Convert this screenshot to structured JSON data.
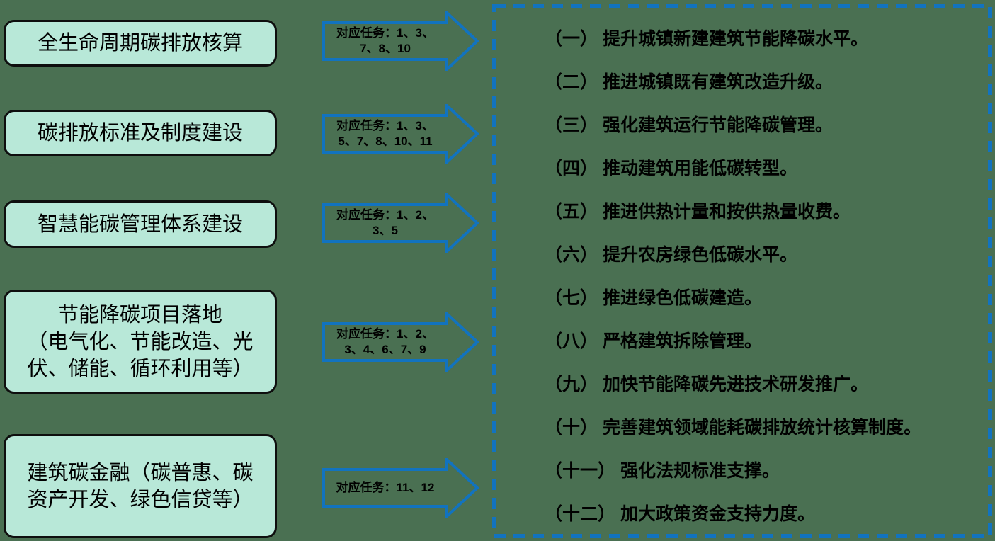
{
  "colors": {
    "background": "#4a7052",
    "accent_blue": "#1273bf",
    "box_fill": "#b8e8d8",
    "box_border": "#0e0e0e",
    "text": "#000000"
  },
  "left_boxes": [
    {
      "label": "全生命周期碳排放核算"
    },
    {
      "label": "碳排放标准及制度建设"
    },
    {
      "label": "智慧能碳管理体系建设"
    },
    {
      "label": [
        "节能降碳项目落地",
        "（电气化、节能改造、光",
        "伏、储能、循环利用等）"
      ]
    },
    {
      "label": [
        "建筑碳金融（碳普惠、碳",
        "资产开发、绿色信贷等）"
      ]
    }
  ],
  "arrows": [
    {
      "label": [
        "对应任务：1、3、",
        "7、8、10"
      ]
    },
    {
      "label": [
        "对应任务：1、3、",
        "5、7、8、10、11"
      ]
    },
    {
      "label": [
        "对应任务：1、2、",
        "3、5"
      ]
    },
    {
      "label": [
        "对应任务：1、2、",
        "3、4、6、7、9"
      ]
    },
    {
      "label": [
        "对应任务：11、12"
      ]
    }
  ],
  "task_panel": {
    "items": [
      "（一） 提升城镇新建建筑节能降碳水平。",
      "（二） 推进城镇既有建筑改造升级。",
      "（三） 强化建筑运行节能降碳管理。",
      "（四） 推动建筑用能低碳转型。",
      "（五） 推进供热计量和按供热量收费。",
      "（六） 提升农房绿色低碳水平。",
      "（七） 推进绿色低碳建造。",
      "（八） 严格建筑拆除管理。",
      "（九） 加快节能降碳先进技术研发推广。",
      "（十） 完善建筑领域能耗碳排放统计核算制度。",
      "（十一） 强化法规标准支撑。",
      "（十二） 加大政策资金支持力度。"
    ]
  }
}
